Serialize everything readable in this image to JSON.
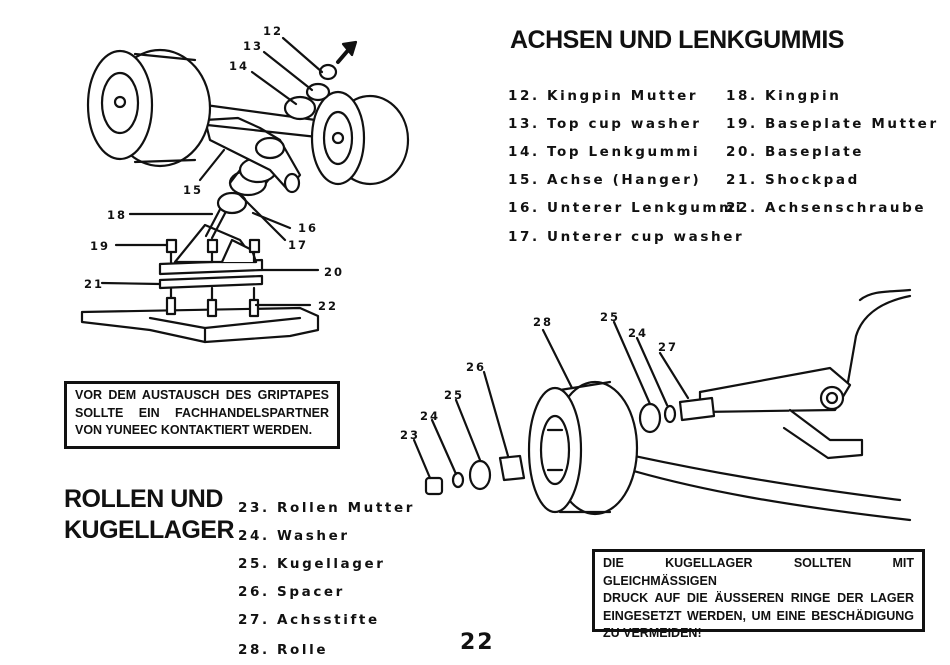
{
  "page": {
    "number": "22"
  },
  "axle_section": {
    "title": "ACHSEN UND LENKGUMMIS",
    "parts_left": [
      {
        "num": "12.",
        "label": "Kingpin Mutter"
      },
      {
        "num": "13.",
        "label": "Top cup washer"
      },
      {
        "num": "14.",
        "label": "Top Lenkgummi"
      },
      {
        "num": "15.",
        "label": "Achse (Hanger)"
      },
      {
        "num": "16.",
        "label": "Unterer Lenkgummi"
      },
      {
        "num": "17.",
        "label": "Unterer cup washer"
      }
    ],
    "parts_right": [
      {
        "num": "18.",
        "label": "Kingpin"
      },
      {
        "num": "19.",
        "label": "Baseplate Mutter"
      },
      {
        "num": "20.",
        "label": "Baseplate"
      },
      {
        "num": "21.",
        "label": "Shockpad"
      },
      {
        "num": "22.",
        "label": "Achsenschraube"
      }
    ],
    "callouts": [
      "12",
      "13",
      "14",
      "15",
      "16",
      "17",
      "18",
      "19",
      "20",
      "21",
      "22"
    ]
  },
  "grip_note": {
    "lines": [
      "VOR DEM AUSTAUSCH DES GRIPTAPES",
      "SOLLTE EIN FACHHANDELSPARTNER",
      "VON YUNEEC KONTAKTIERT WERDEN."
    ]
  },
  "wheel_section": {
    "title_line1": "ROLLEN UND",
    "title_line2": "KUGELLAGER",
    "parts": [
      {
        "num": "23.",
        "label": "Rollen Mutter"
      },
      {
        "num": "24.",
        "label": "Washer"
      },
      {
        "num": "25.",
        "label": "Kugellager"
      },
      {
        "num": "26.",
        "label": "Spacer"
      },
      {
        "num": "27.",
        "label": "Achsstifte"
      },
      {
        "num": "28.",
        "label": "Rolle"
      }
    ],
    "callouts": [
      "23",
      "24",
      "25",
      "26",
      "25",
      "24",
      "27",
      "28"
    ]
  },
  "bearing_note": {
    "lines": [
      "DIE KUGELLAGER SOLLTEN MIT GLEICHMÄSSIGEN",
      "DRUCK AUF DIE ÄUSSEREN RINGE DER LAGER",
      "EINGESETZT WERDEN, UM EINE BESCHÄDIGUNG",
      "ZU VERMEIDEN!"
    ]
  },
  "icons": {
    "arrow": "up-right-arrow-icon"
  }
}
